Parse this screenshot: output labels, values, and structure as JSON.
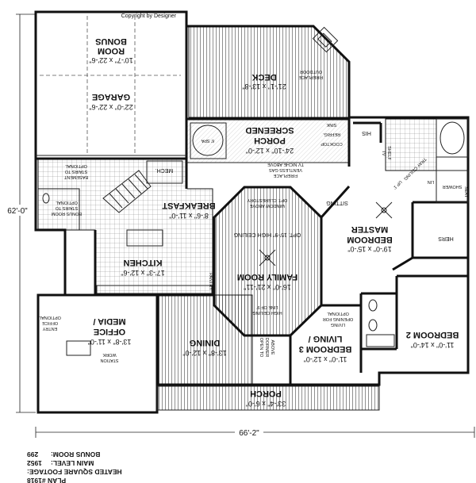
{
  "copyright": "Copyright by Designer",
  "dimensions": {
    "width": "66'-2\"",
    "depth": "62'-0\""
  },
  "rooms": {
    "bonus_room": {
      "name1": "BONUS",
      "name2": "ROOM",
      "dim": "10'-7\" x 22'-6\""
    },
    "garage": {
      "name": "GARAGE",
      "dim": "22'-0\" x 22'-6\""
    },
    "deck": {
      "name": "DECK",
      "dim": "21'-1\" x 13'-8\""
    },
    "screened_porch": {
      "name1": "SCREENED",
      "name2": "PORCH",
      "dim": "24'-10\" x 12'-0\""
    },
    "breakfast": {
      "name": "BREAKFAST",
      "dim": "8'-6\" x 11'-0\""
    },
    "kitchen": {
      "name": "KITCHEN",
      "dim": "17'-3\" x 12'-6\""
    },
    "family_room": {
      "name": "FAMILY ROOM",
      "dim": "16'-0\" x 21'-11\""
    },
    "master_bedroom": {
      "name1": "MASTER",
      "name2": "BEDROOM",
      "dim": "19'-0\" x 15'-0\""
    },
    "media_office": {
      "name1": "MEDIA /",
      "name2": "OFFICE",
      "dim": "13'-8\" x 11'-0\""
    },
    "dining": {
      "name": "DINING",
      "dim": "13'-8\" x 12'-0\""
    },
    "living_bedroom3": {
      "name1": "LIVING /",
      "name2": "BEDROOM 3",
      "dim": "11'-0\" x 12'-0\""
    },
    "bedroom2": {
      "name": "BEDROOM 2",
      "dim": "11'-0\" x 14'-0\""
    },
    "porch": {
      "name": "PORCH",
      "dim": "33'-4\" x 6'-0\""
    }
  },
  "labels": {
    "outdoor_fireplace": [
      "OUTDOOR",
      "FIREPLACE"
    ],
    "spa": "6' SPA",
    "sink": "SINK",
    "refrig": "REFRIG.",
    "cooktop": "COOKTOP",
    "tv_niche": [
      "TV NICHE ABOVE",
      "VENTLESS GAS",
      "FIREPLACE"
    ],
    "his": "HIS",
    "tv_shelf": [
      "TV",
      "SHELF"
    ],
    "tray_ceiling": "TRAY CEILING",
    "up": "UP 1'",
    "shower": "SHOWER",
    "seat": "SEAT",
    "lin": "LIN",
    "sitting": "SITTING",
    "hers": "HERS",
    "mech": "MECH.",
    "optional_stairs_basement": [
      "OPTIONAL",
      "STAIRS TO",
      "BASEMENT"
    ],
    "optional_stairs_bonus": [
      "OPTIONAL",
      "STAIRS TO",
      "BONUS ROOM"
    ],
    "clerestory": [
      "OPT. CLERESTORY",
      "WINDOW ABOVE"
    ],
    "high_ceiling": "OPT. 15'-9\" HIGH CEILING",
    "pantry": "PANTRY",
    "line_of_ceiling": [
      "LINE OF 9'",
      "HIGH CEILING"
    ],
    "optional_opening": [
      "OPTIONAL",
      "OPENING FOR",
      "LIVING"
    ],
    "optional_office_entry": [
      "OPTIONAL",
      "OFFICE",
      "ENTRY"
    ],
    "work_station": [
      "WORK",
      "STATION"
    ],
    "open_to_dormer": [
      "OPEN TO",
      "DORMER",
      "ABOVE"
    ]
  },
  "plan_info": {
    "plan": "PLAN #1918",
    "heated_title": "HEATED SQUARE FOOTAGE:",
    "main_level_label": "MAIN LEVEL:",
    "main_level_value": "1952",
    "bonus_room_label": "BONUS ROOM:",
    "bonus_room_value": "299"
  },
  "colors": {
    "ink": "#111111",
    "paper": "#ffffff"
  }
}
